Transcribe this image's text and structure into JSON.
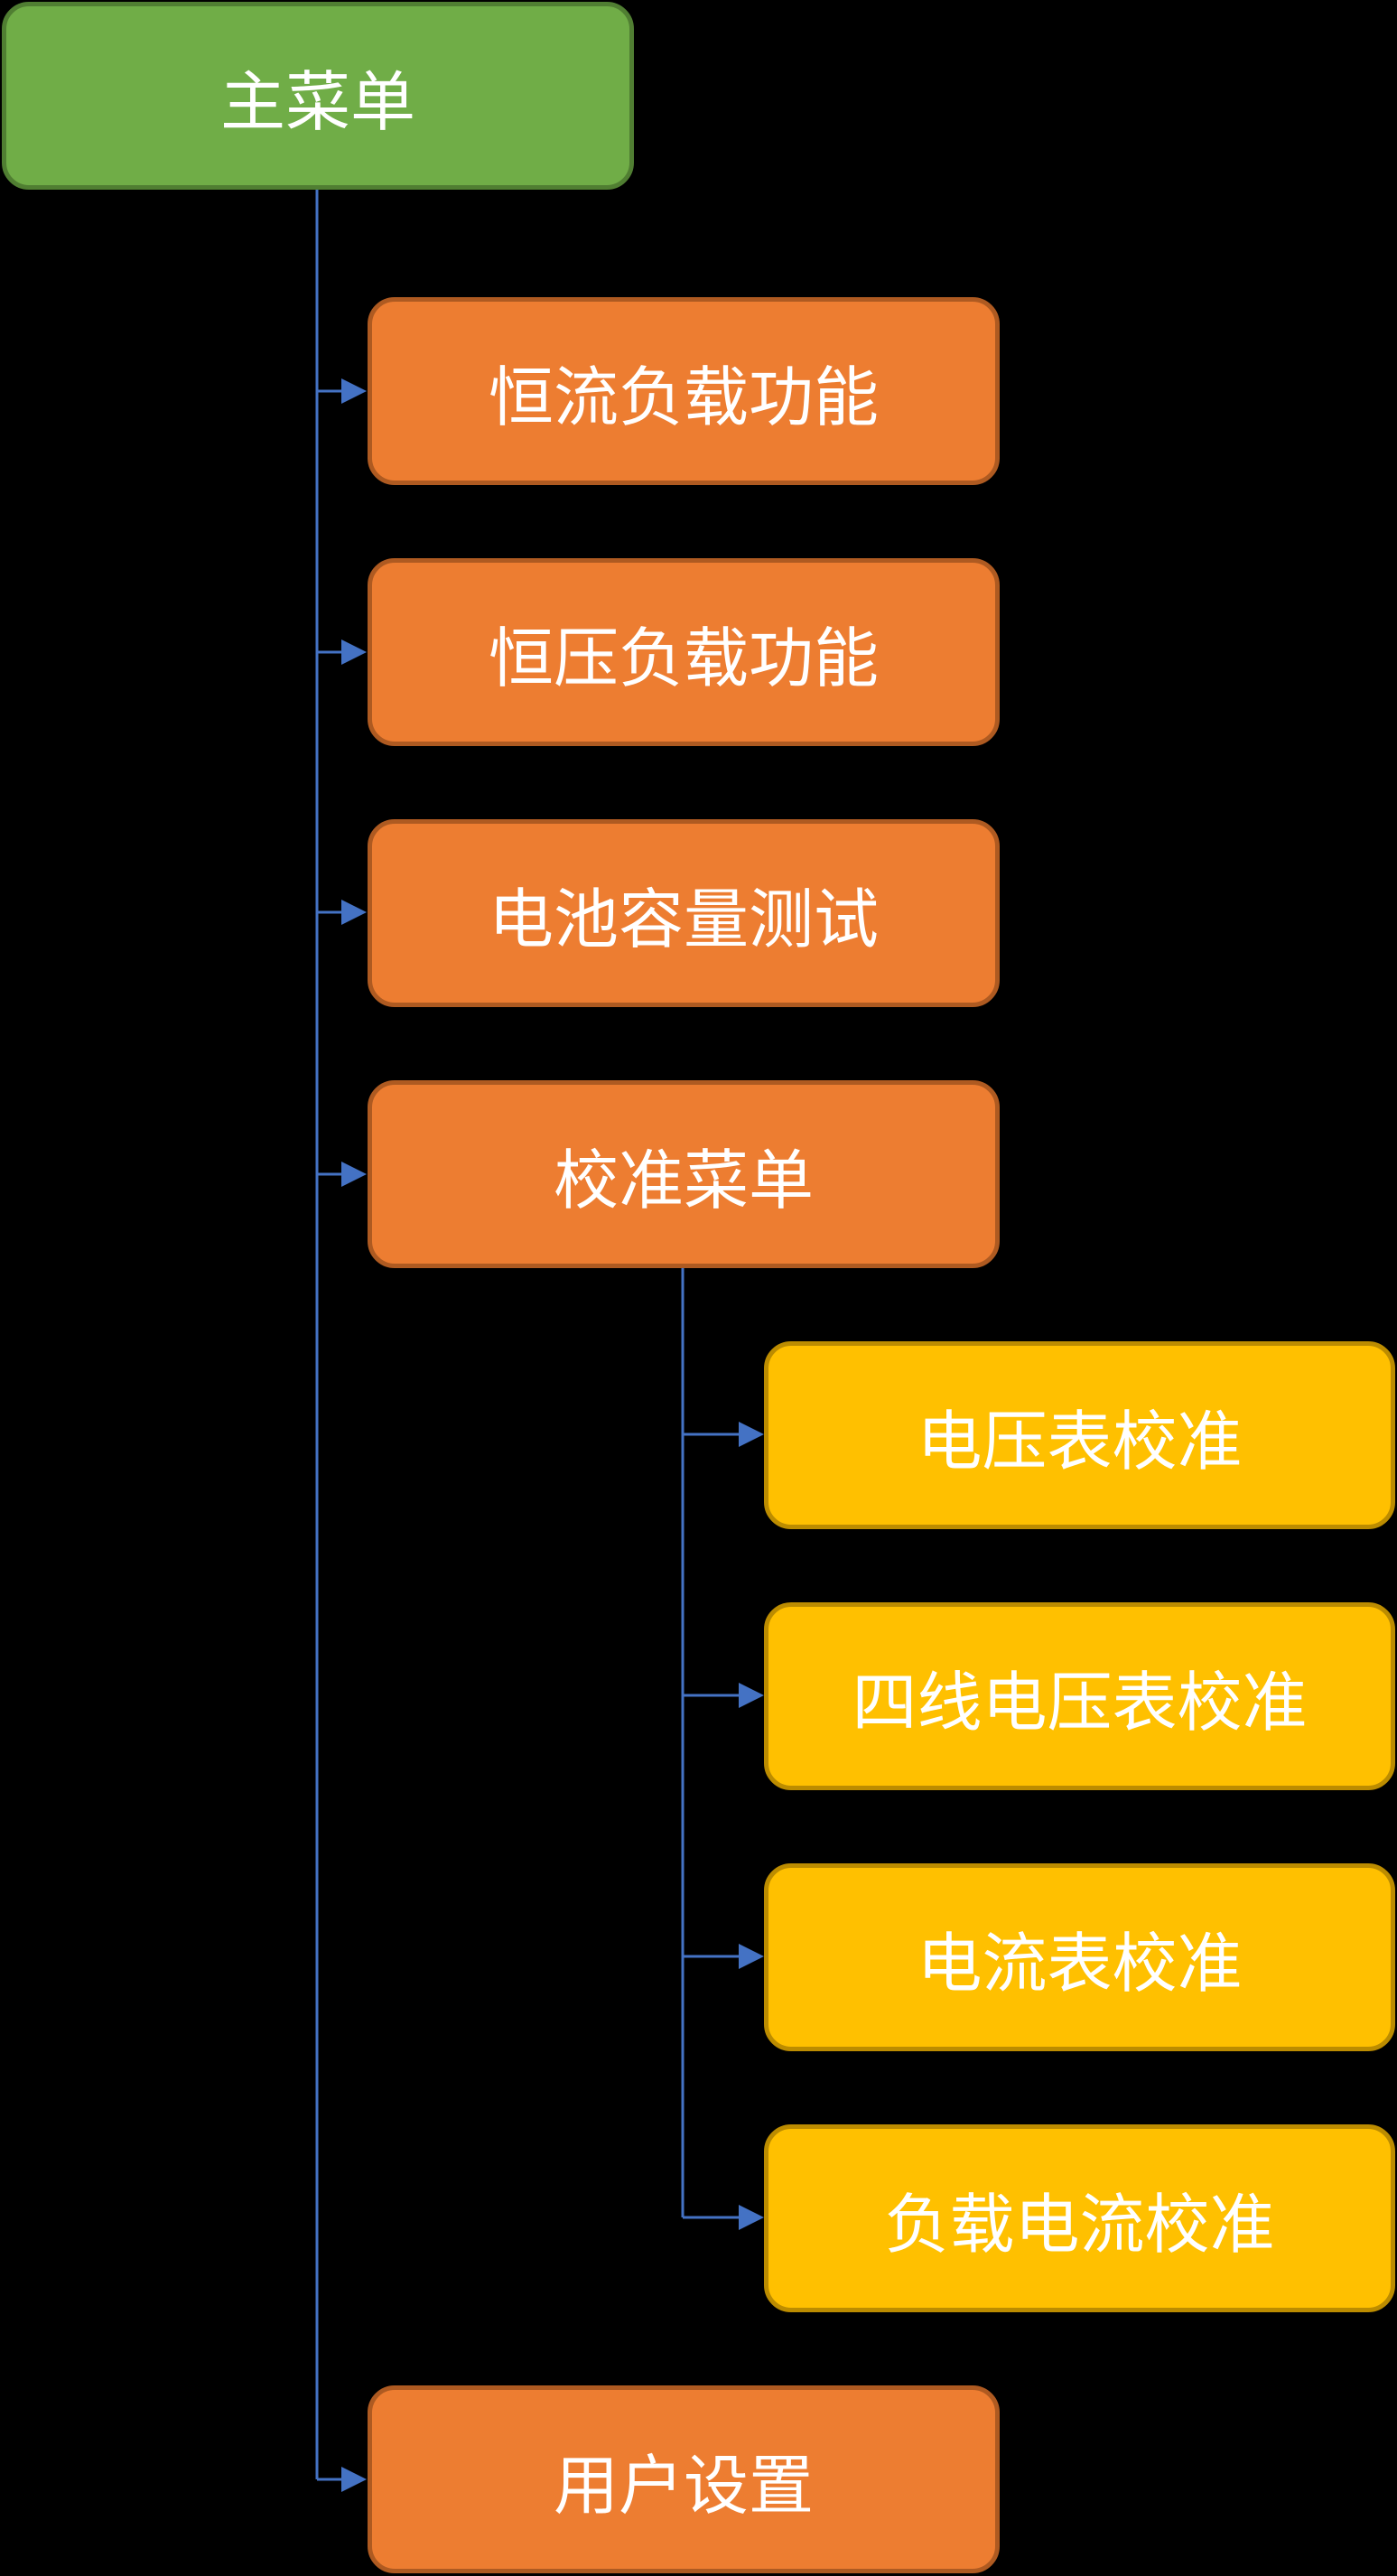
{
  "diagram": {
    "title": "主菜单",
    "colors": {
      "root_fill": "#70AD47",
      "level1_fill": "#ED7D31",
      "level2_fill": "#FFC000",
      "connector": "#4472C4",
      "text": "#FFFFFF",
      "background": "#000000"
    },
    "root": {
      "label": "主菜单"
    },
    "level1": [
      {
        "label": "恒流负载功能"
      },
      {
        "label": "恒压负载功能"
      },
      {
        "label": "电池容量测试"
      },
      {
        "label": "校准菜单"
      },
      {
        "label": "用户设置"
      }
    ],
    "calibration_submenu": [
      {
        "label": "电压表校准"
      },
      {
        "label": "四线电压表校准"
      },
      {
        "label": "电流表校准"
      },
      {
        "label": "负载电流校准"
      }
    ]
  }
}
